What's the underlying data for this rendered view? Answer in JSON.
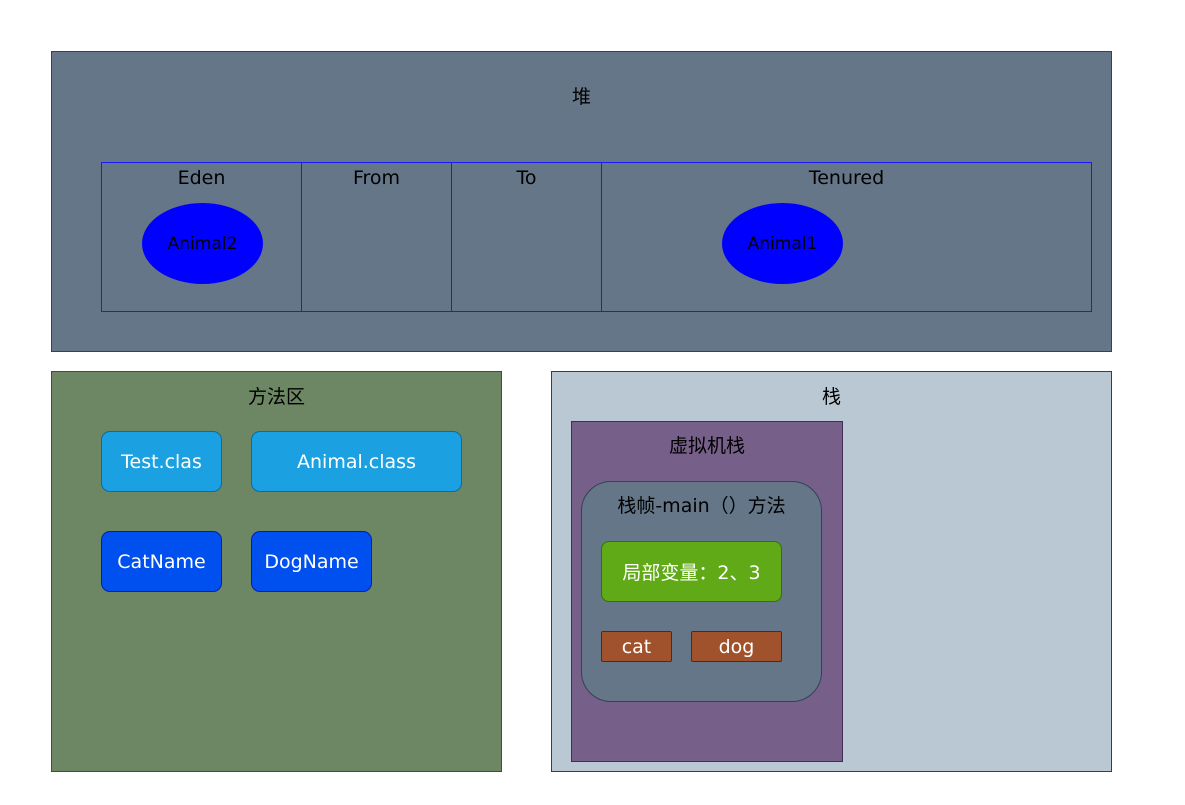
{
  "heap": {
    "title": "堆",
    "generations": {
      "eden": "Eden",
      "from": "From",
      "to": "To",
      "tenured": "Tenured"
    },
    "objects": {
      "eden": "Animal2",
      "tenured": "Animal1"
    }
  },
  "method_area": {
    "title": "方法区",
    "classes": {
      "test": "Test.clas",
      "animal": "Animal.class",
      "cat": "CatName",
      "dog": "DogName"
    }
  },
  "stack": {
    "title": "栈",
    "vm_stack": {
      "title": "虚拟机栈",
      "frame": {
        "title": "栈帧-main（）方法",
        "locals": "局部变量：2、3",
        "refs": {
          "cat": "cat",
          "dog": "dog"
        }
      }
    }
  }
}
